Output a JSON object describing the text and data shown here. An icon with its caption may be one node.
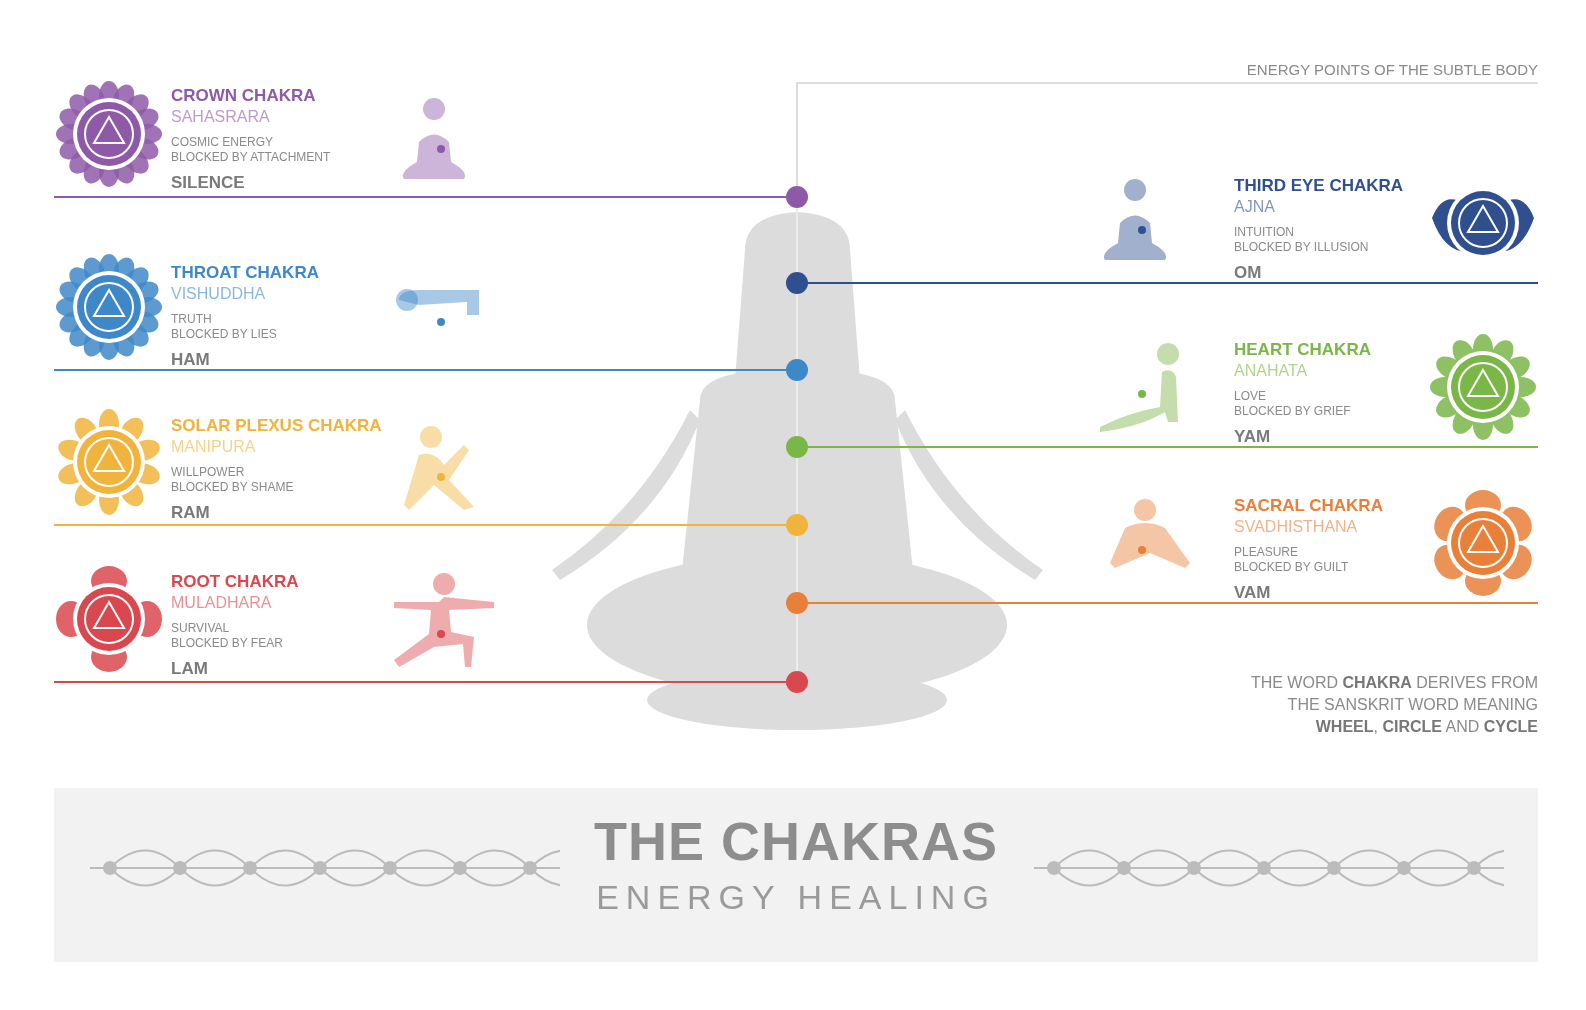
{
  "diagram": {
    "title": "THE CHAKRAS",
    "nodes": [
      {
        "text": [
          "ENERGY POINTS OF THE SUBTLE BODY"
        ]
      },
      {
        "text": [
          "CROWN CHAKRA",
          "SAHASRARA",
          "COSMIC ENERGY",
          "BLOCKED BY ATTACHMENT",
          "SILENCE"
        ]
      },
      {
        "text": [
          "THIRD EYE CHAKRA",
          "AJNA",
          "INTUITION",
          "BLOCKED BY ILLUSION",
          "OM"
        ]
      },
      {
        "text": [
          "THROAT CHAKRA",
          "VISHUDDHA",
          "TRUTH",
          "BLOCKED BY LIES",
          "HAM"
        ]
      },
      {
        "text": [
          "HEART CHAKRA",
          "ANAHATA",
          "LOVE",
          "BLOCKED BY GRIEF",
          "YAM"
        ]
      },
      {
        "text": [
          "SOLAR PLEXUS CHAKRA",
          "MANIPURA",
          "WILLPOWER",
          "BLOCKED BY SHAME",
          "RAM"
        ]
      },
      {
        "text": [
          "SACRAL CHAKRA",
          "SVADHISTHANA",
          "PLEASURE",
          "BLOCKED BY GUILT",
          "VAM"
        ]
      },
      {
        "text": [
          "ROOT CHAKRA",
          "MULADHARA",
          "SURVIVAL",
          "BLOCKED BY FEAR",
          "LAM"
        ]
      },
      {
        "text": [],
        "shape": "circle"
      },
      {
        "text": [],
        "shape": "circle"
      },
      {
        "text": [],
        "shape": "circle"
      },
      {
        "text": [],
        "shape": "circle"
      },
      {
        "text": [],
        "shape": "circle"
      },
      {
        "text": [],
        "shape": "circle"
      },
      {
        "text": [],
        "shape": "circle"
      }
    ],
    "edges": [
      {
        "from": 0,
        "to": 8,
        "arrow": "none",
        "color": "#dcdcdc"
      },
      {
        "from": 1,
        "to": 8,
        "arrow": "none",
        "color": "#8e5aa8"
      },
      {
        "from": 2,
        "to": 9,
        "arrow": "none",
        "color": "#2f4f8f"
      },
      {
        "from": 3,
        "to": 10,
        "arrow": "none",
        "color": "#3f88c8"
      },
      {
        "from": 4,
        "to": 11,
        "arrow": "none",
        "color": "#7ab648"
      },
      {
        "from": 5,
        "to": 12,
        "arrow": "none",
        "color": "#f0b43c"
      },
      {
        "from": 6,
        "to": 13,
        "arrow": "none",
        "color": "#e8803a"
      },
      {
        "from": 7,
        "to": 14,
        "arrow": "none",
        "color": "#d9484e"
      },
      {
        "from": 8,
        "to": 9,
        "arrow": "none",
        "color": "#ececec"
      },
      {
        "from": 9,
        "to": 10,
        "arrow": "none",
        "color": "#ececec"
      },
      {
        "from": 10,
        "to": 11,
        "arrow": "none",
        "color": "#ececec"
      },
      {
        "from": 11,
        "to": 12,
        "arrow": "none",
        "color": "#ececec"
      },
      {
        "from": 12,
        "to": 13,
        "arrow": "none",
        "color": "#ececec"
      },
      {
        "from": 13,
        "to": 14,
        "arrow": "none",
        "color": "#ececec"
      }
    ],
    "labels": [
      "THE WORD **CHAKRA** DERIVES FROM THE SANSKRIT WORD MEANING **WHEEL**, **CIRCLE** AND **CYCLE**",
      "ENERGY HEALING"
    ]
  }
}
